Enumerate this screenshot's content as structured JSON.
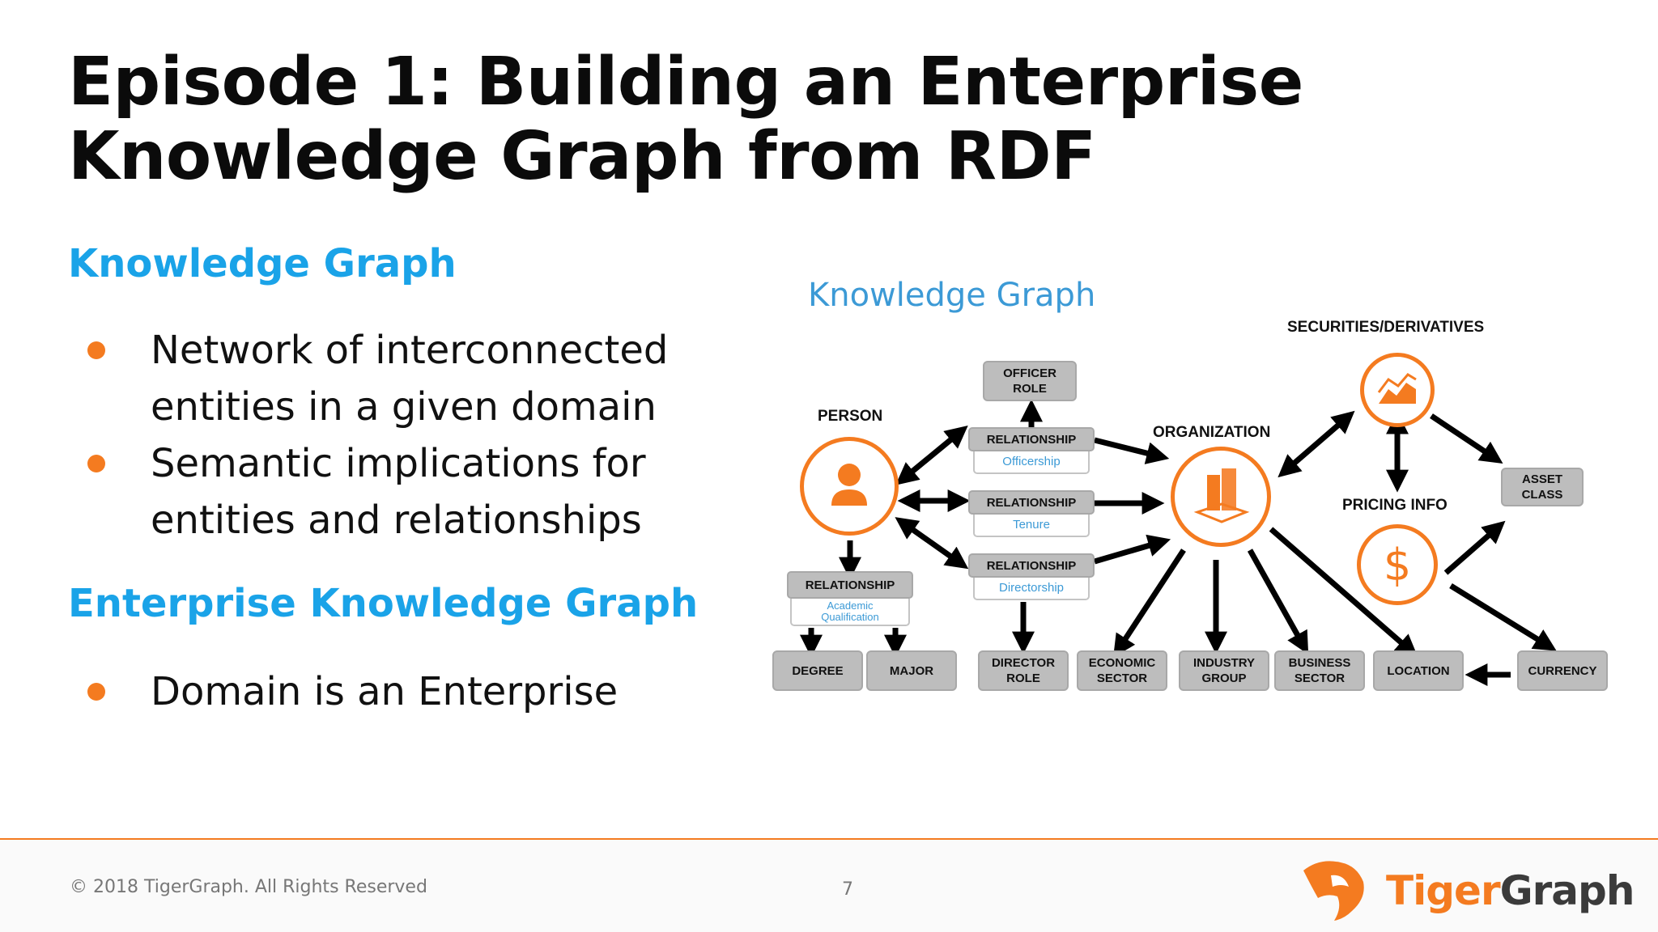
{
  "slide": {
    "title": "Episode 1: Building an Enterprise Knowledge Graph from RDF",
    "page_number": "7"
  },
  "sections": [
    {
      "heading": "Knowledge Graph",
      "bullets": [
        "Network of interconnected entities in a given domain",
        "Semantic implications for entities and relationships"
      ]
    },
    {
      "heading": "Enterprise Knowledge Graph",
      "bullets": [
        "Domain is an Enterprise"
      ]
    }
  ],
  "diagram": {
    "title": "Knowledge Graph",
    "labels": {
      "person": "PERSON",
      "organization": "ORGANIZATION",
      "securities": "SECURITIES/DERIVATIVES",
      "pricing_info": "PRICING INFO"
    },
    "relationships": [
      {
        "head": "RELATIONSHIP",
        "sub": "Officership"
      },
      {
        "head": "RELATIONSHIP",
        "sub": "Tenure"
      },
      {
        "head": "RELATIONSHIP",
        "sub": "Directorship"
      },
      {
        "head": "RELATIONSHIP",
        "sub": "Academic\nQualification"
      }
    ],
    "nodes": {
      "officer_role": "OFFICER\nROLE",
      "degree": "DEGREE",
      "major": "MAJOR",
      "director_role": "DIRECTOR\nROLE",
      "economic_sector": "ECONOMIC\nSECTOR",
      "industry_group": "INDUSTRY\nGROUP",
      "business_sector": "BUSINESS\nSECTOR",
      "location": "LOCATION",
      "currency": "CURRENCY",
      "asset_class": "ASSET\nCLASS"
    },
    "icons": [
      "person-icon",
      "building-icon",
      "chart-trend-icon",
      "dollar-icon"
    ],
    "accent_color": "#f47b20",
    "link_color": "#3c9ad6"
  },
  "footer": {
    "copyright": "© 2018 TigerGraph. All Rights Reserved",
    "brand_part1": "Tiger",
    "brand_part2": "Graph"
  },
  "colors": {
    "heading_blue": "#1aa3e8",
    "bullet_orange": "#f47b20",
    "footer_rule": "#f47b20"
  }
}
